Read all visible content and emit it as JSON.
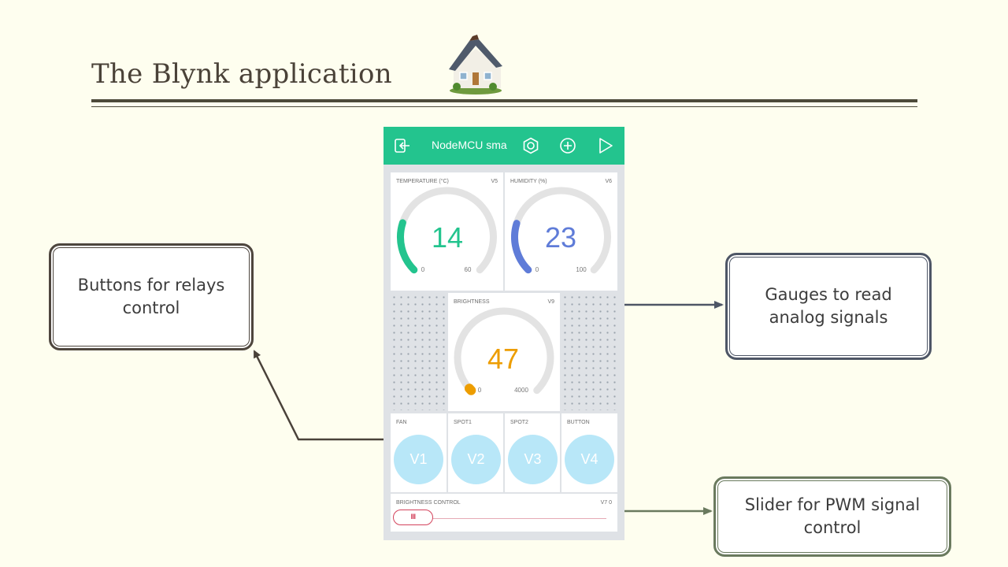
{
  "slide": {
    "title": "The Blynk application"
  },
  "app": {
    "title": "NodeMCU smart home",
    "icons": [
      "exit-icon",
      "settings-icon",
      "add-icon",
      "play-icon"
    ],
    "accent": "#23c48e"
  },
  "gauges": [
    {
      "label": "TEMPERATURE (°C)",
      "pin": "V5",
      "value": "14",
      "min": "0",
      "max": "60",
      "color": "#23c48e",
      "level": 0.233
    },
    {
      "label": "HUMIDITY (%)",
      "pin": "V6",
      "value": "23",
      "min": "0",
      "max": "100",
      "color": "#5f7cd8",
      "level": 0.23
    },
    {
      "label": "BRIGHTNESS",
      "pin": "V9",
      "value": "47",
      "min": "0",
      "max": "4000",
      "color": "#ed9d00",
      "level": 0.012
    }
  ],
  "buttons": [
    {
      "label": "FAN",
      "pin": "V1"
    },
    {
      "label": "SPOT1",
      "pin": "V2"
    },
    {
      "label": "SPOT2",
      "pin": "V3"
    },
    {
      "label": "BUTTON",
      "pin": "V4"
    }
  ],
  "slider": {
    "label": "BRIGHTNESS CONTROL",
    "pin": "V7",
    "value": "0",
    "color": "#d3435c"
  },
  "callouts": {
    "buttons": "Buttons for relays control",
    "gauges": "Gauges to read analog signals",
    "slider": "Slider for PWM signal control"
  }
}
